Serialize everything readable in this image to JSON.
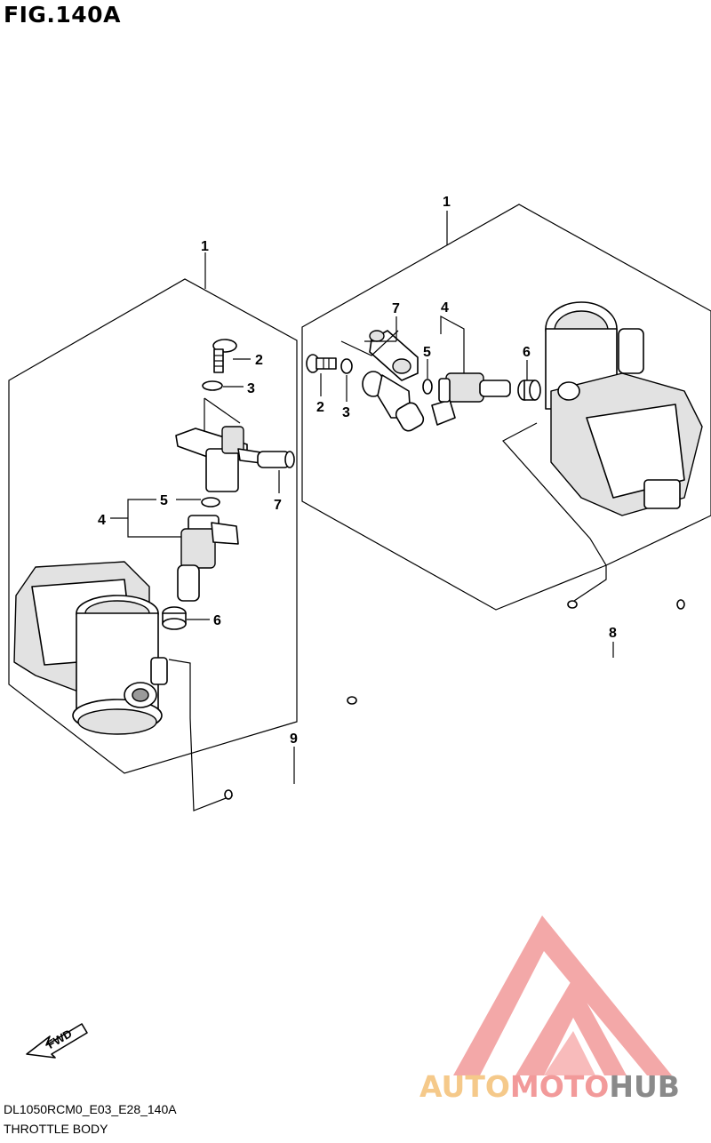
{
  "figure": {
    "title": "FIG.140A",
    "code": "DL1050RCM0_E03_E28_140A",
    "name": "THROTTLE BODY"
  },
  "left_assembly": {
    "callouts": {
      "assembly": "1",
      "bolt": "2",
      "o_ring": "3",
      "sensor": "4",
      "o_ring_small": "5",
      "cushion": "6",
      "bracket": "7",
      "hose": "9"
    }
  },
  "right_assembly": {
    "callouts": {
      "assembly": "1",
      "bolt": "2",
      "o_ring": "3",
      "sensor": "4",
      "o_ring_small": "5",
      "cushion": "6",
      "bracket": "7",
      "hose": "8"
    }
  },
  "fwd_indicator": {
    "label": "FWD"
  },
  "watermark": {
    "part1": "AUTO",
    "part2": "MOTO",
    "part3": "HUB"
  },
  "colors": {
    "watermark_red": "#f29a9a",
    "watermark_orange": "#f5c98a",
    "watermark_grey": "#8a8a8a"
  }
}
